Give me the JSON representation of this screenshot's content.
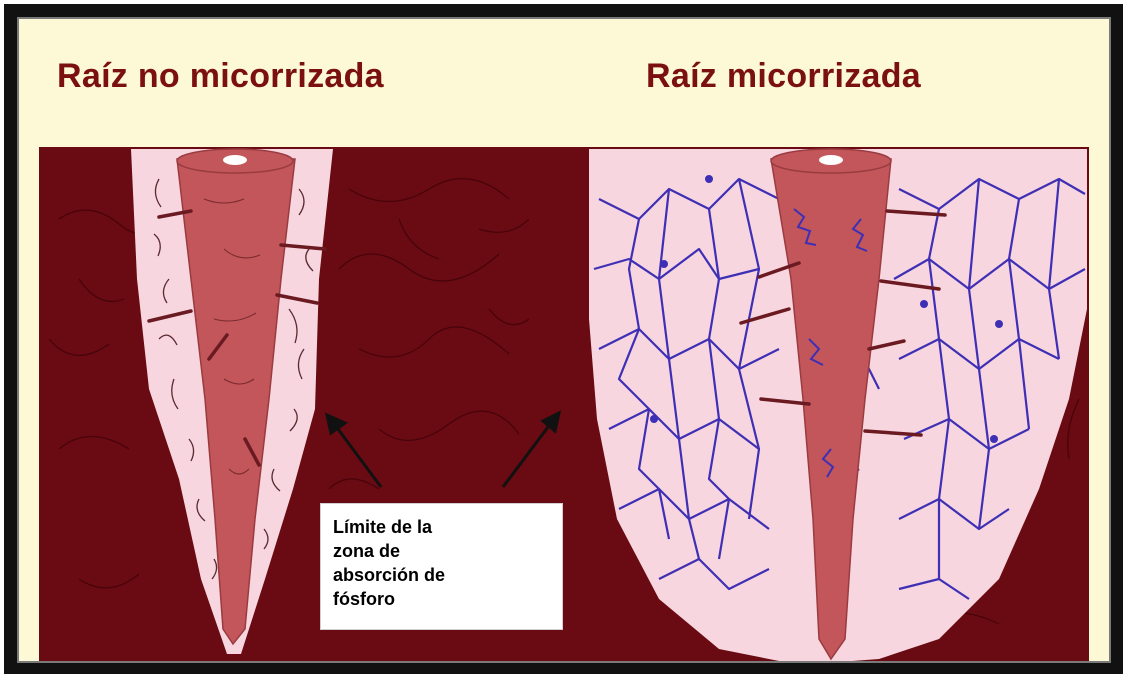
{
  "titles": {
    "left": "Raíz no micorrizada",
    "right": "Raíz micorrizada"
  },
  "callout": {
    "lines": [
      "Límite de la",
      "zona de",
      "absorción de",
      "fósforo"
    ]
  },
  "colors": {
    "soil": "#6a0a12",
    "depletion_zone": "#f7d6df",
    "root": "#c2565a",
    "root_hair": "#7a1f24",
    "hyphae": "#3e2fb5",
    "title_text": "#7a1010",
    "background": "#fdf8d6"
  },
  "icons": {
    "arrow": "arrow-icon"
  }
}
